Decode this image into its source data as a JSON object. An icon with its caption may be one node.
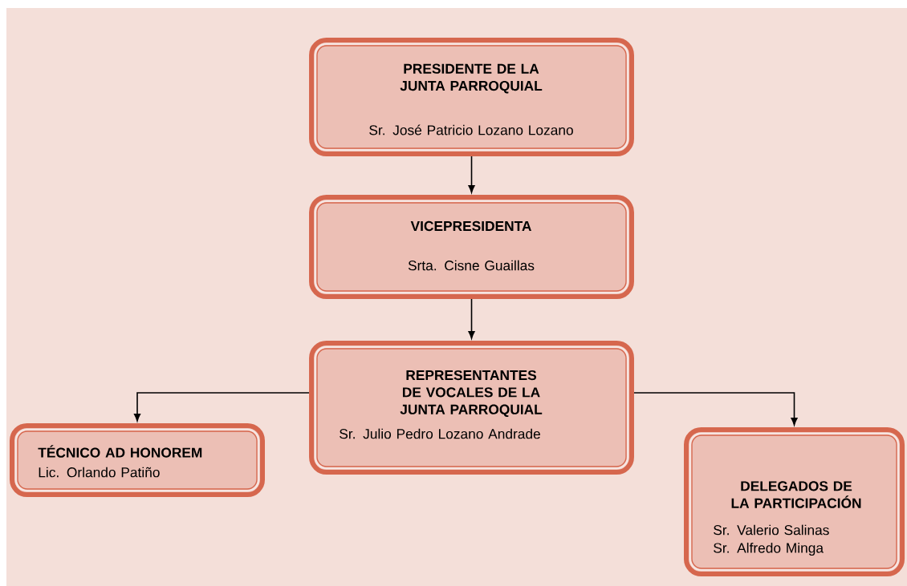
{
  "diagram": {
    "nodes": [
      {
        "text": [
          "PRESIDENTE DE LA JUNTA PARROQUIAL",
          "Sr. José Patricio Lozano Lozano"
        ]
      },
      {
        "text": [
          "VICEPRESIDENTA",
          "Srta. Cisne Guaillas"
        ]
      },
      {
        "text": [
          "REPRESENTANTES DE VOCALES DE LA JUNTA PARROQUIAL",
          "Sr. Julio Pedro Lozano Andrade"
        ]
      },
      {
        "text": [
          "TÉCNICO AD HONOREM",
          "Lic. Orlando Patiño"
        ]
      },
      {
        "text": [
          "DELEGADOS DE LA PARTICIPACIÓN",
          "Sr. Valerio Salinas",
          "Sr. Alfredo Minga"
        ]
      }
    ],
    "edges": [
      {
        "from": 0,
        "to": 1,
        "arrow": "to"
      },
      {
        "from": 1,
        "to": 2,
        "arrow": "to"
      },
      {
        "from": 2,
        "to": 3,
        "arrow": "to"
      },
      {
        "from": 2,
        "to": 4,
        "arrow": "to"
      }
    ]
  }
}
